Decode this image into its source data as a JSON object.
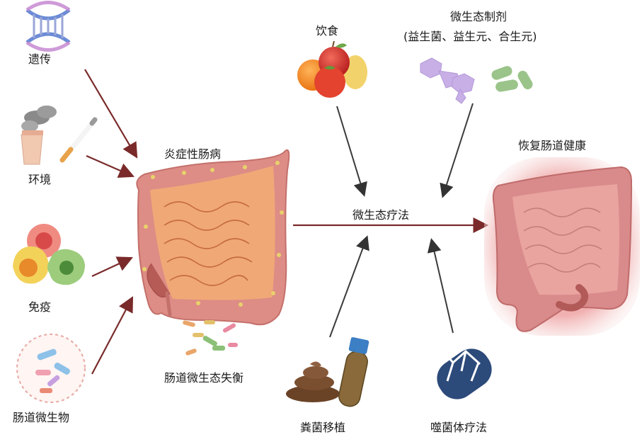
{
  "factors": {
    "genetics": "遗传",
    "environment": "环境",
    "immunity": "免疫",
    "gut_microbes": "肠道微生物"
  },
  "center": {
    "ibd": "炎症性肠病",
    "dysbiosis": "肠道微生态失衡",
    "therapy": "微生态疗法",
    "recovery": "恢复肠道健康"
  },
  "therapies": {
    "diet": "饮食",
    "preparations_title": "微生态制剂",
    "preparations_sub": "(益生菌、益生元、合生元)",
    "fmt": "粪菌移植",
    "phage": "噬菌体疗法"
  },
  "colors": {
    "arrow_factor": "#7a2a2a",
    "arrow_therapy": "#3a3a3a",
    "colon": "#d98a8a",
    "small_intestine": "#e9a66a",
    "healthy_glow": "#f3b7b7"
  }
}
